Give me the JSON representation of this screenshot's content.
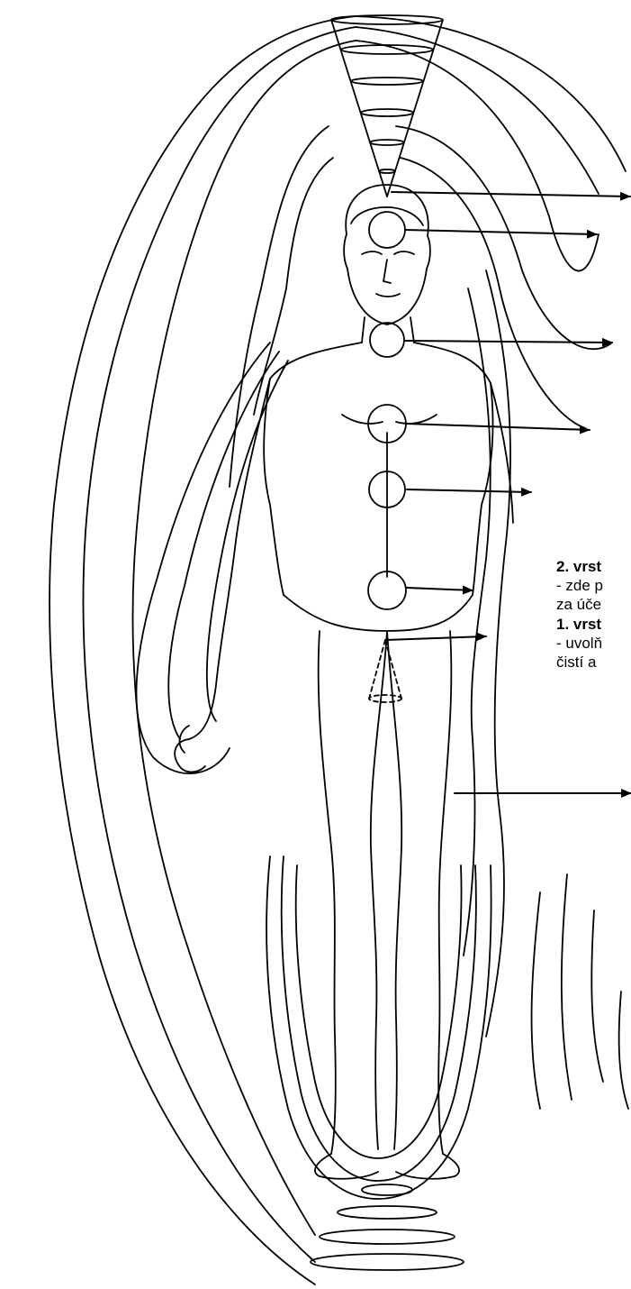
{
  "annotations": [
    {
      "title": "2. vrst",
      "lines": [
        "- zde p",
        "za úče"
      ]
    },
    {
      "title": "1. vrst",
      "lines": [
        "- uvolň",
        "čistí a"
      ]
    }
  ],
  "colors": {
    "ink": "#000000",
    "background": "#ffffff"
  }
}
